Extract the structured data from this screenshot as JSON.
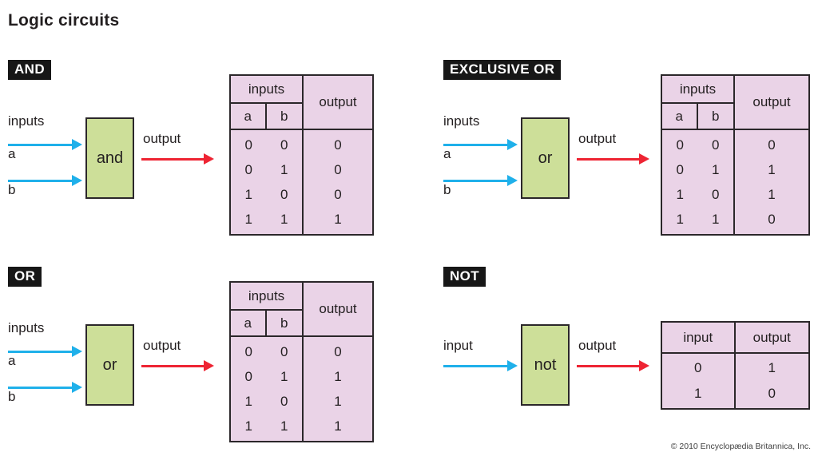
{
  "title": "Logic circuits",
  "copyright": "© 2010 Encyclopædia Britannica, Inc.",
  "colors": {
    "gate_fill": "#cddf99",
    "table_fill": "#ead3e7",
    "input_arrow": "#1fb0ea",
    "output_arrow": "#ee2433",
    "badge_bg": "#171717",
    "badge_text": "#ffffff",
    "line": "#2b272a",
    "text": "#231f20"
  },
  "gates": {
    "and": {
      "badge": "AND",
      "inputs_label": "inputs",
      "input_a_label": "a",
      "input_b_label": "b",
      "gate_label": "and",
      "output_label": "output",
      "table": {
        "inputs_header": "inputs",
        "a_header": "a",
        "b_header": "b",
        "output_header": "output",
        "rows": [
          [
            "0",
            "0",
            "0"
          ],
          [
            "0",
            "1",
            "0"
          ],
          [
            "1",
            "0",
            "0"
          ],
          [
            "1",
            "1",
            "1"
          ]
        ]
      }
    },
    "xor": {
      "badge": "EXCLUSIVE OR",
      "inputs_label": "inputs",
      "input_a_label": "a",
      "input_b_label": "b",
      "gate_label": "or",
      "output_label": "output",
      "table": {
        "inputs_header": "inputs",
        "a_header": "a",
        "b_header": "b",
        "output_header": "output",
        "rows": [
          [
            "0",
            "0",
            "0"
          ],
          [
            "0",
            "1",
            "1"
          ],
          [
            "1",
            "0",
            "1"
          ],
          [
            "1",
            "1",
            "0"
          ]
        ]
      }
    },
    "or": {
      "badge": "OR",
      "inputs_label": "inputs",
      "input_a_label": "a",
      "input_b_label": "b",
      "gate_label": "or",
      "output_label": "output",
      "table": {
        "inputs_header": "inputs",
        "a_header": "a",
        "b_header": "b",
        "output_header": "output",
        "rows": [
          [
            "0",
            "0",
            "0"
          ],
          [
            "0",
            "1",
            "1"
          ],
          [
            "1",
            "0",
            "1"
          ],
          [
            "1",
            "1",
            "1"
          ]
        ]
      }
    },
    "not": {
      "badge": "NOT",
      "input_label": "input",
      "gate_label": "not",
      "output_label": "output",
      "table": {
        "input_header": "input",
        "output_header": "output",
        "rows": [
          [
            "0",
            "1"
          ],
          [
            "1",
            "0"
          ]
        ]
      }
    }
  }
}
